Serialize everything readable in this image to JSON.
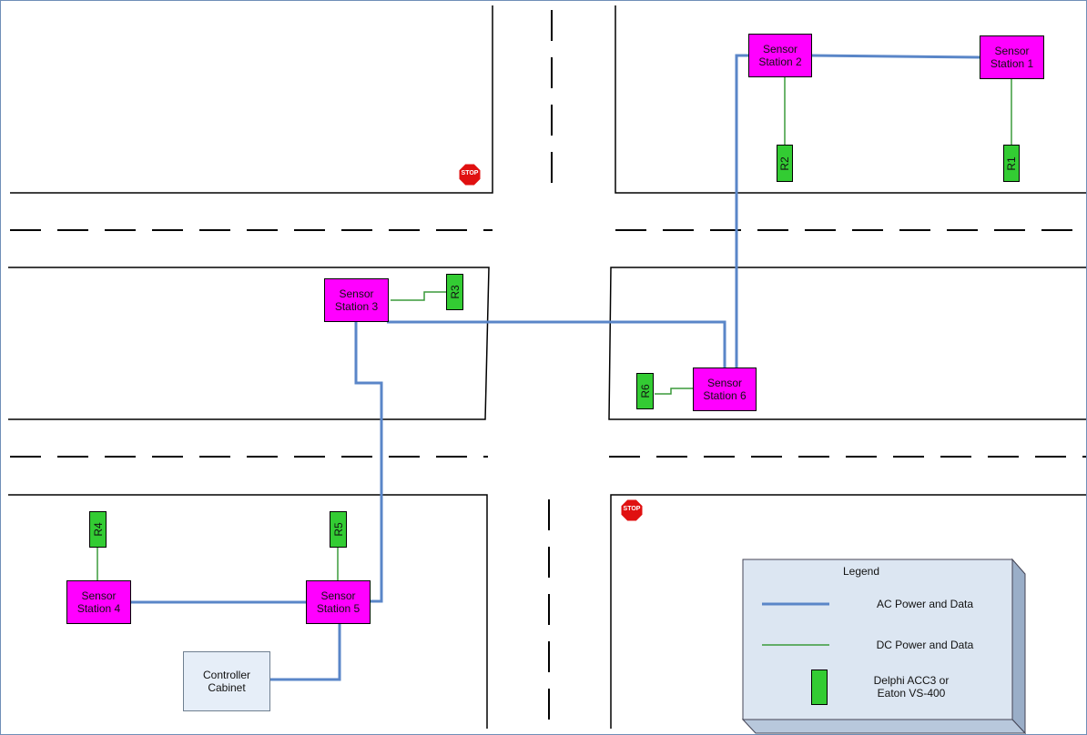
{
  "stations": {
    "s1": "Sensor\nStation 1",
    "s2": "Sensor\nStation 2",
    "s3": "Sensor\nStation 3",
    "s4": "Sensor\nStation 4",
    "s5": "Sensor\nStation 5",
    "s6": "Sensor\nStation 6"
  },
  "radars": {
    "r1": "R1",
    "r2": "R2",
    "r3": "R3",
    "r4": "R4",
    "r5": "R5",
    "r6": "R6"
  },
  "cabinet": "Controller\nCabinet",
  "stop_signs": [
    "STOP",
    "STOP"
  ],
  "legend": {
    "title": "Legend",
    "ac": "AC Power and Data",
    "dc": "DC Power and Data",
    "device": "Delphi ACC3 or\nEaton VS-400"
  },
  "colors": {
    "station": "#ff00ff",
    "radar": "#33cc33",
    "ac_line": "#5a86c8",
    "dc_line": "#3a9a3a",
    "stop": "#e01010",
    "legend_bg": "#dce6f2"
  }
}
